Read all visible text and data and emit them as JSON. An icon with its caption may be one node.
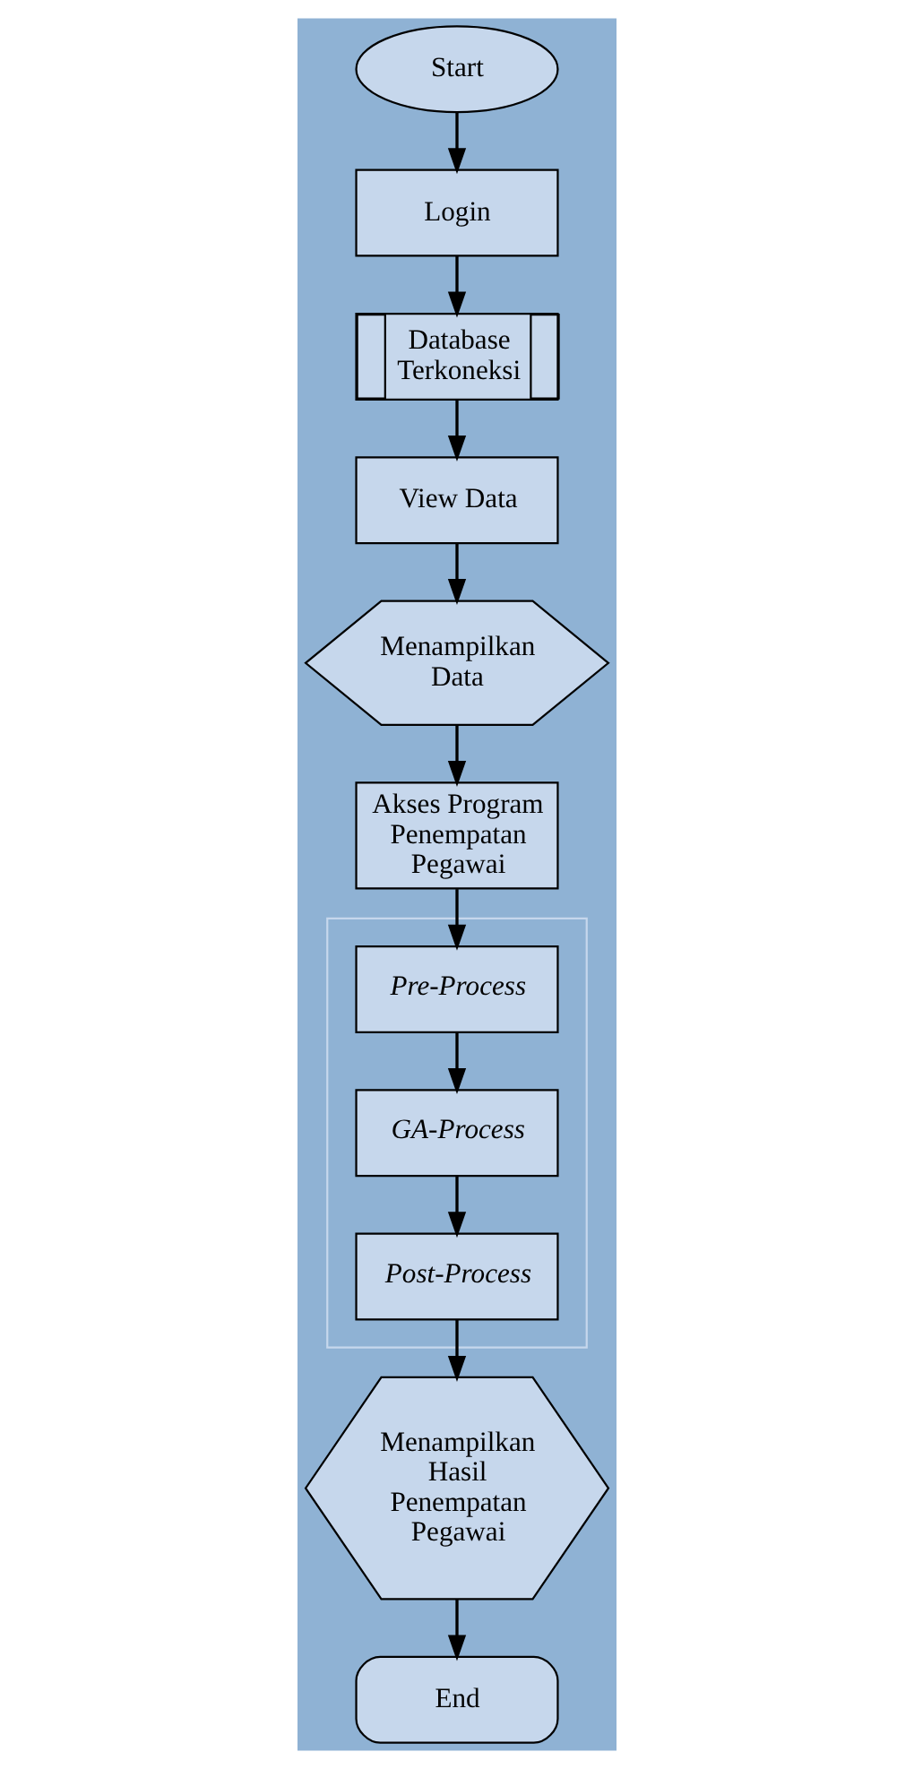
{
  "diagram": {
    "nodes": [
      {
        "text": [
          "Start"
        ]
      },
      {
        "text": [
          "Login"
        ]
      },
      {
        "text": [
          "Database Terkoneksi"
        ]
      },
      {
        "text": [
          "View Data"
        ]
      },
      {
        "text": [
          "Menampilkan Data"
        ]
      },
      {
        "text": [
          "Akses Program Penempatan Pegawai"
        ]
      },
      {
        "text": [],
        "shape": "box"
      },
      {
        "text": [
          "Pre-Process"
        ],
        "in": 6
      },
      {
        "text": [
          "GA-Process"
        ],
        "in": 6
      },
      {
        "text": [
          "Post-Process"
        ],
        "in": 6
      },
      {
        "text": [
          "Menampilkan Hasil Penempatan Pegawai"
        ]
      },
      {
        "text": [
          "End"
        ]
      }
    ],
    "edges": [
      {
        "from": 0,
        "to": 1,
        "arrow": "to"
      },
      {
        "from": 1,
        "to": 2,
        "arrow": "to"
      },
      {
        "from": 2,
        "to": 3,
        "arrow": "to"
      },
      {
        "from": 3,
        "to": 4,
        "arrow": "to"
      },
      {
        "from": 4,
        "to": 5,
        "arrow": "to"
      },
      {
        "from": 5,
        "to": 7,
        "arrow": "to"
      },
      {
        "from": 7,
        "to": 8,
        "arrow": "to"
      },
      {
        "from": 8,
        "to": 9,
        "arrow": "to"
      },
      {
        "from": 9,
        "to": 10,
        "arrow": "to"
      },
      {
        "from": 10,
        "to": 11,
        "arrow": "to"
      }
    ]
  }
}
